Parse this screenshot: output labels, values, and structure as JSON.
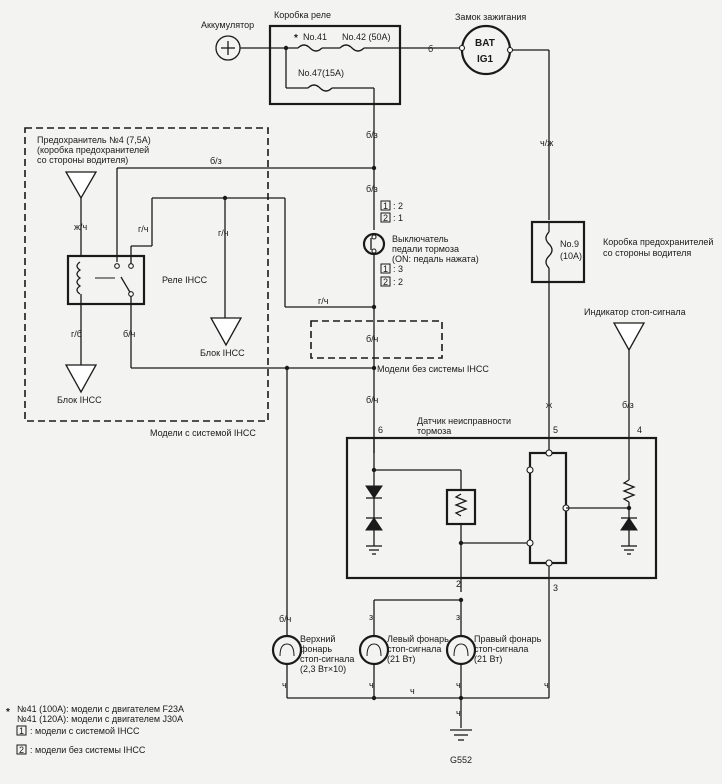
{
  "components": {
    "battery": "Аккумулятор",
    "relay_box": "Коробка реле",
    "fuse41": "No.41",
    "fuse42": "No.42 (50A)",
    "fuse47": "No.47(15A)",
    "fuse41_mark": "*",
    "ignition": "Замок зажигания",
    "ign_bat": "BAT",
    "ign_ig1": "IG1",
    "fuse4_l1": "Предохранитель №4 (7,5A)",
    "fuse4_l2": "(коробка предохранителей",
    "fuse4_l3": "со стороны водителя)",
    "ihcc_relay": "Реле IHCC",
    "ihcc_block_1": "Блок IHCC",
    "ihcc_block_2": "Блок IHCC",
    "ihcc_models": "Модели с системой IHCC",
    "non_ihcc_models": "Модели без системы IHCC",
    "brake_switch_l1": "Выключатель",
    "brake_switch_l2": "педали тормоза",
    "brake_switch_l3": "(ON: педаль нажата)",
    "fuse9": "No.9",
    "fuse9_amp": "(10A)",
    "driver_fusebox_l1": "Коробка предохранителей",
    "driver_fusebox_l2": "со стороны водителя",
    "stop_indicator": "Индикатор стоп-сигнала",
    "brake_sensor_l1": "Датчик неисправности",
    "brake_sensor_l2": "тормоза",
    "lamp_upper_l1": "Верхний",
    "lamp_upper_l2": "фонарь",
    "lamp_upper_l3": "стоп-сигнала",
    "lamp_upper_l4": "(2,3 Вт×10)",
    "lamp_left_l1": "Левый фонарь",
    "lamp_left_l2": "стоп-сигнала",
    "lamp_left_l3": "(21 Вт)",
    "lamp_right_l1": "Правый фонарь",
    "lamp_right_l2": "стоп-сигнала",
    "lamp_right_l3": "(21 Вт)",
    "ground": "G552"
  },
  "wires": {
    "b": "б",
    "bz_1": "б/з",
    "bz_2": "б/з",
    "bz_3": "б/з",
    "zhch": "ж/ч",
    "zhzh": "ч/ж",
    "gch_1": "г/ч",
    "gch_2": "г/ч",
    "gch_3": "г/ч",
    "gb": "г/б",
    "bch_1": "б/ч",
    "bch_2": "б/ч",
    "bch_3": "б/ч",
    "bch_4": "б/ч",
    "zh": "ж",
    "bz_4": "б/з",
    "z_1": "з",
    "z_2": "з",
    "ch_1": "ч",
    "ch_2": "ч",
    "ch_3": "ч",
    "ch_4": "ч",
    "ch_5": "ч",
    "ch_6": "ч"
  },
  "pins": {
    "p6": "6",
    "p5": "5",
    "p4": "4",
    "p2": "2",
    "p3": "3",
    "sw_1_top": ": 2",
    "sw_2_top": ": 1",
    "sw_1_bot": ": 3",
    "sw_2_bot": ": 2",
    "box1": "1",
    "box2": "2"
  },
  "notes": {
    "star": "*",
    "note1a": "№41 (100A): модели с двигателем F23A",
    "note1b": "№41 (120A): модели с двигателем J30A",
    "note2": ": модели с системой IHCC",
    "note3": ": модели без системы IHCC"
  }
}
